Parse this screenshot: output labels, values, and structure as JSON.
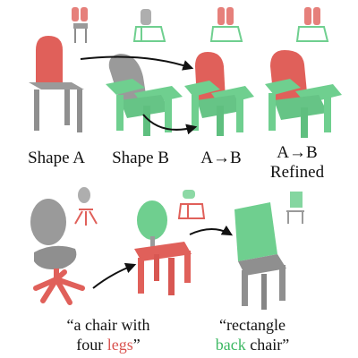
{
  "top_row": {
    "labels": [
      "Shape A",
      "Shape B",
      "A→B",
      "A→B",
      "Refined"
    ]
  },
  "bottom_row": {
    "caption_left": {
      "open": "“a chair with",
      "line2_prefix": "four ",
      "highlight": "legs",
      "close": "”"
    },
    "caption_right": {
      "open": "“rectangle",
      "highlight": "back",
      "line2_suffix": " chair”"
    }
  },
  "colors": {
    "red_part": "#e0605a",
    "green_part": "#6fcf8f",
    "gray_part": "#9a9a9a",
    "red_text": "#d9534f",
    "green_text": "#3cb862"
  }
}
